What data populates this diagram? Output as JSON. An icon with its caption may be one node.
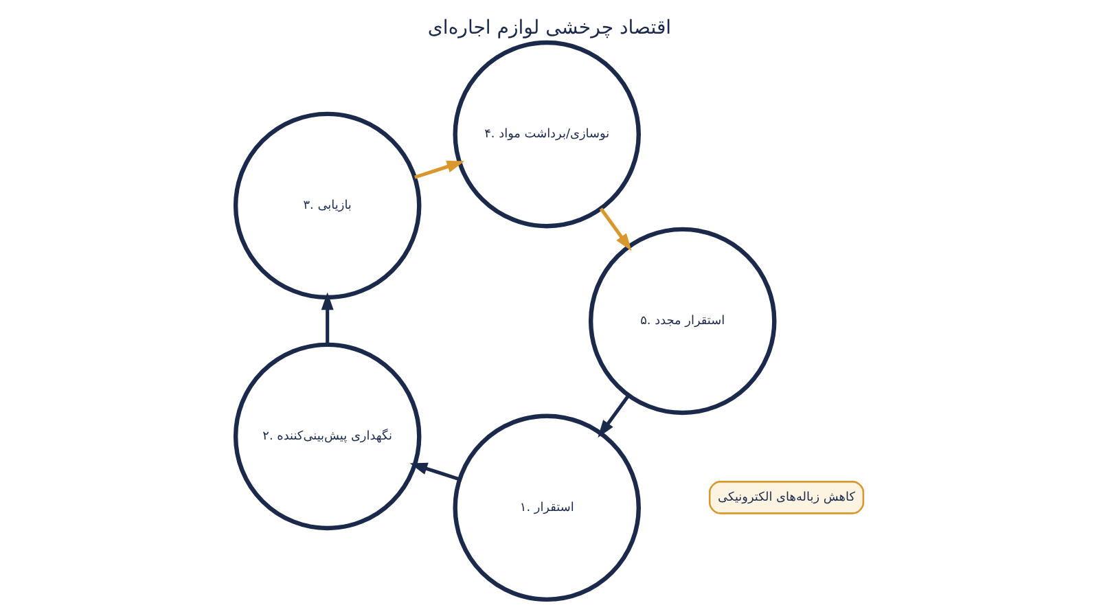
{
  "diagram": {
    "title": "اقتصاد چرخشی لوازم اجاره‌ای",
    "nodes": [
      {
        "text": [
          "۱. استقرار"
        ]
      },
      {
        "text": [
          "۲. نگهداری پیش‌بینی‌کننده"
        ]
      },
      {
        "text": [
          "۳. بازیابی"
        ]
      },
      {
        "text": [
          "۴. نوسازی/برداشت مواد"
        ]
      },
      {
        "text": [
          "۵. استقرار مجدد"
        ]
      },
      {
        "text": [
          "کاهش زباله‌های الکترونیکی"
        ]
      }
    ],
    "edges": [
      {
        "from": 0,
        "to": 1,
        "arrow": "to"
      },
      {
        "from": 1,
        "to": 2,
        "arrow": "to"
      },
      {
        "from": 2,
        "to": 3,
        "arrow": "to",
        "color": "#d9982e"
      },
      {
        "from": 3,
        "to": 4,
        "arrow": "to",
        "color": "#d9982e"
      },
      {
        "from": 4,
        "to": 0,
        "arrow": "to"
      }
    ]
  }
}
